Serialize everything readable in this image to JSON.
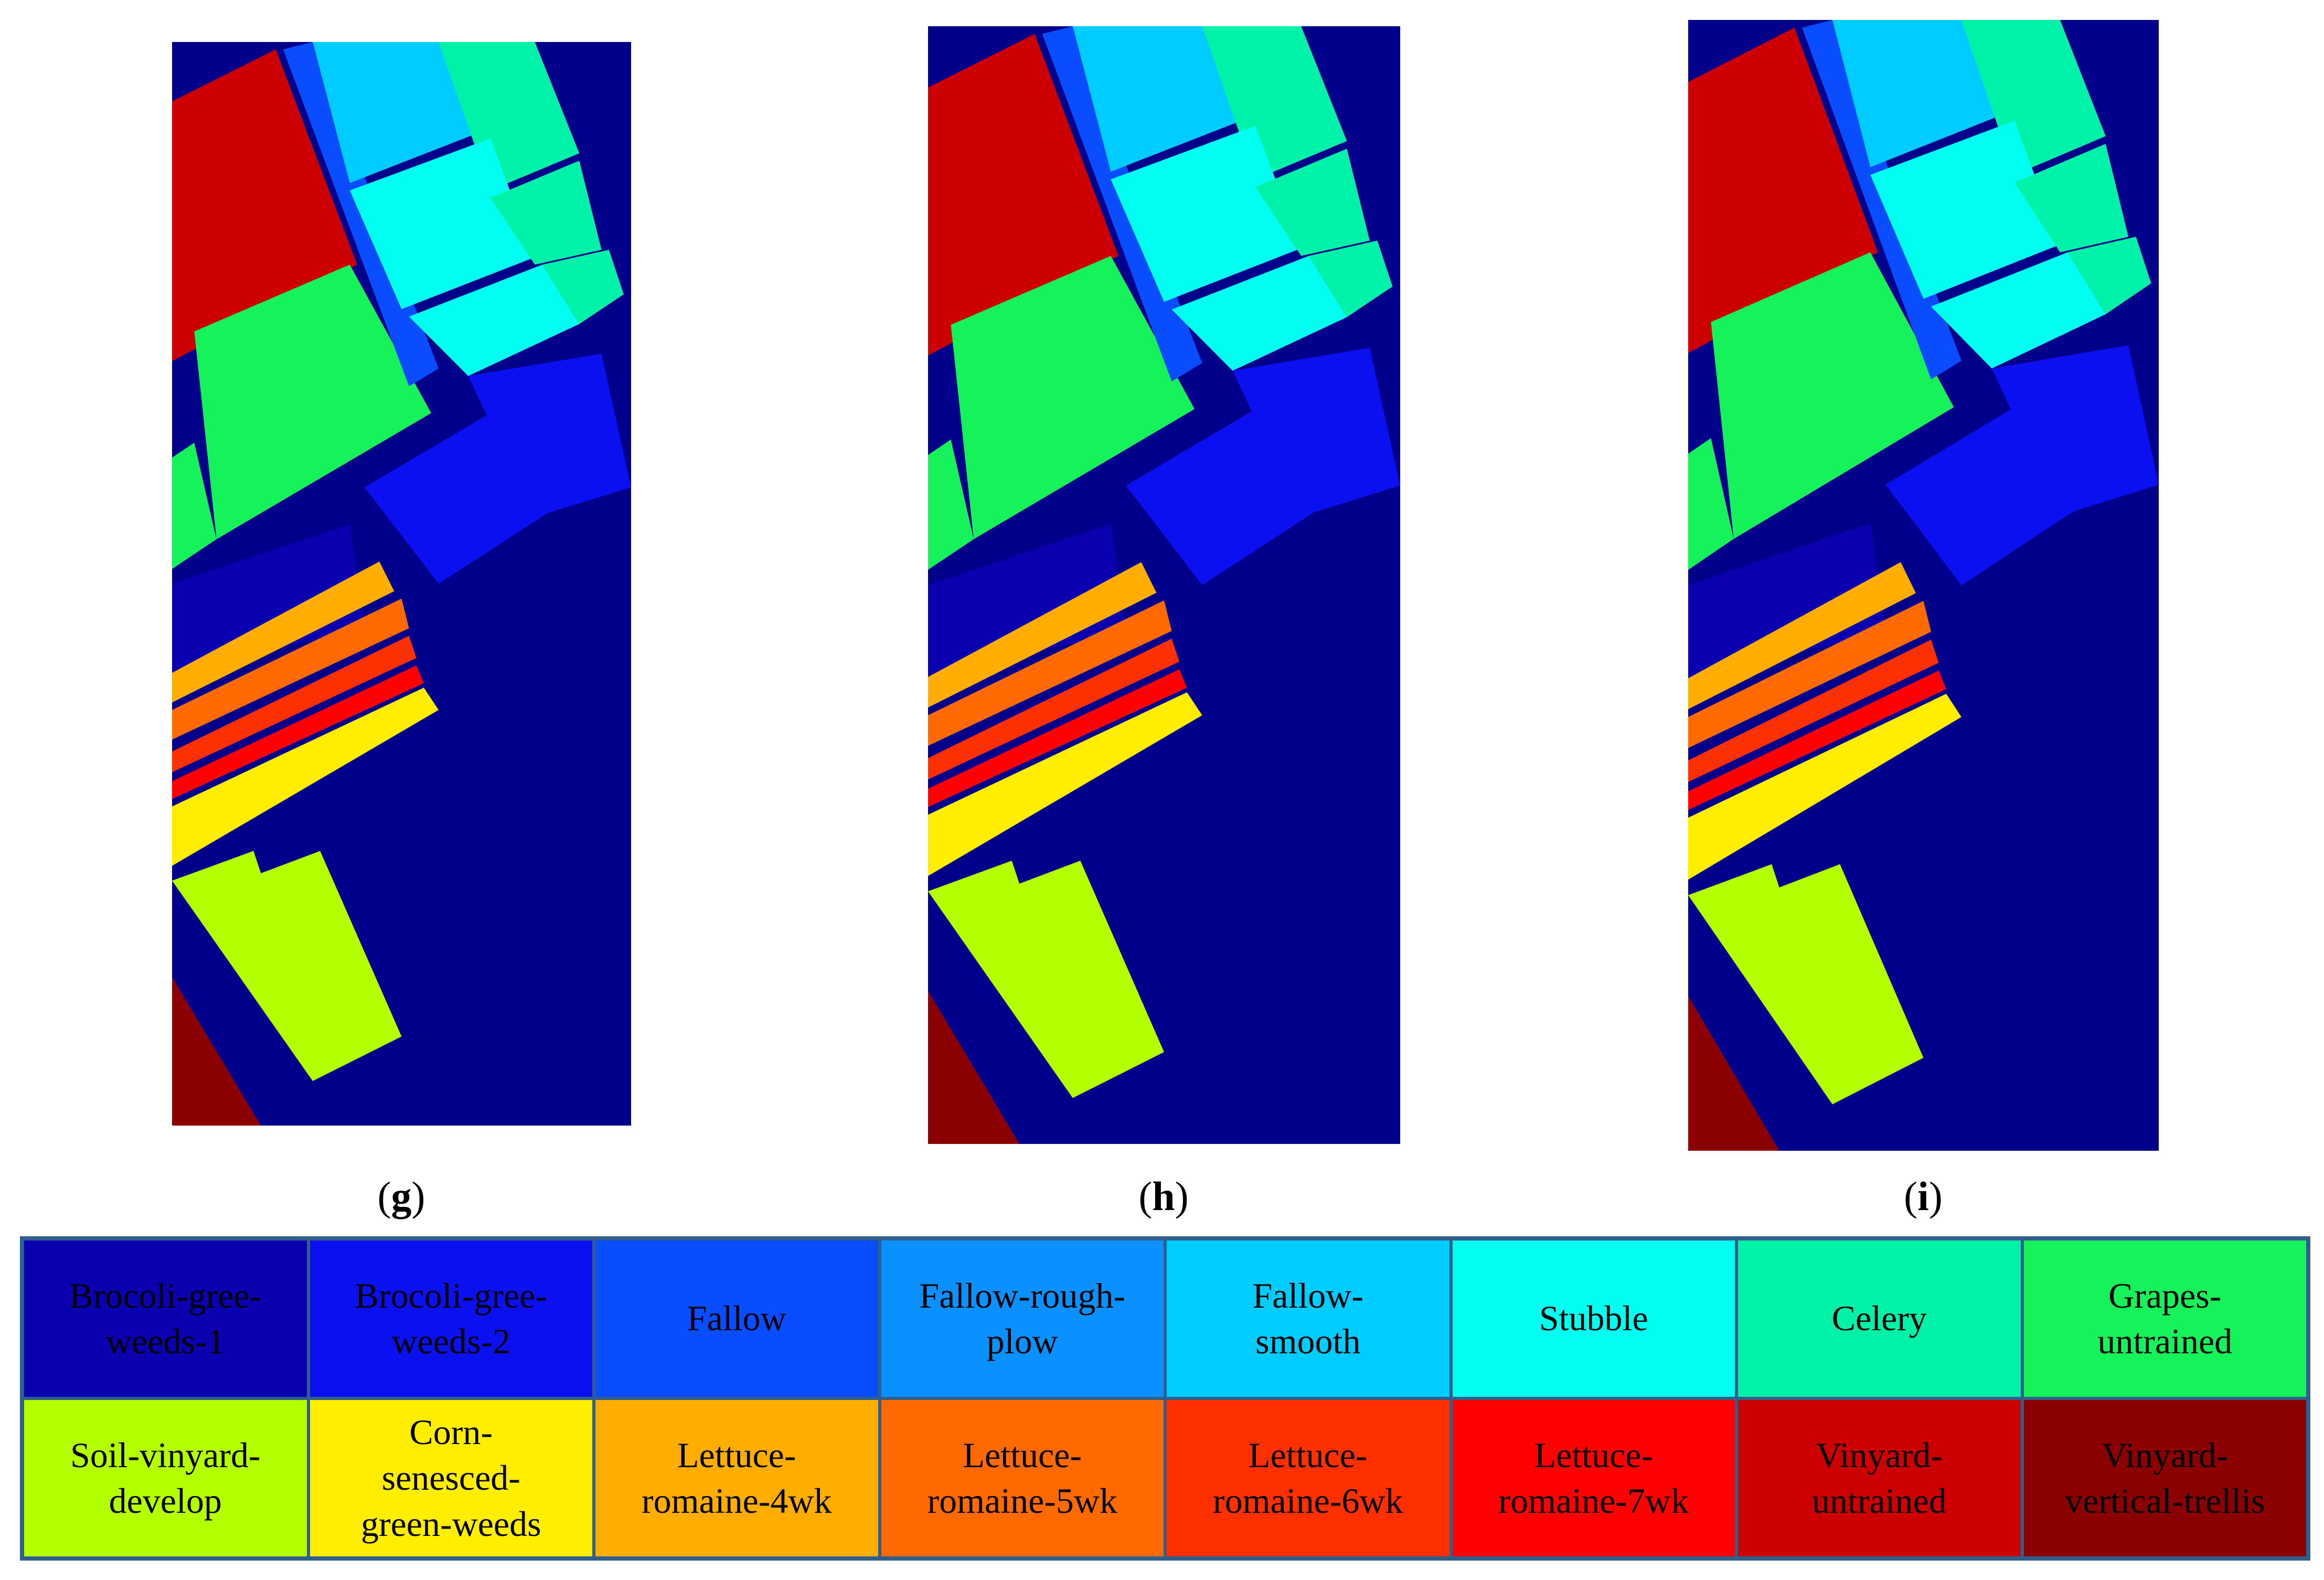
{
  "panels": [
    {
      "id": "g",
      "label": "g"
    },
    {
      "id": "h",
      "label": "h"
    },
    {
      "id": "i",
      "label": "i"
    }
  ],
  "legend": {
    "classes": [
      {
        "label": "Brocoli-gree-\nweeds-1",
        "color": "#0a00b0"
      },
      {
        "label": "Brocoli-gree-\nweeds-2",
        "color": "#0a10f0"
      },
      {
        "label": "Fallow",
        "color": "#0a4cff"
      },
      {
        "label": "Fallow-rough-\nplow",
        "color": "#0a90ff"
      },
      {
        "label": "Fallow-\nsmooth",
        "color": "#00ccff"
      },
      {
        "label": "Stubble",
        "color": "#00fff0"
      },
      {
        "label": "Celery",
        "color": "#00f2a8"
      },
      {
        "label": "Grapes-\nuntrained",
        "color": "#16f25a"
      },
      {
        "label": "Soil-vinyard-\ndevelop",
        "color": "#b4ff00"
      },
      {
        "label": "Corn-\nsenesced-\ngreen-weeds",
        "color": "#ffee00"
      },
      {
        "label": "Lettuce-\nromaine-4wk",
        "color": "#ffae00"
      },
      {
        "label": "Lettuce-\nromaine-5wk",
        "color": "#ff6a00"
      },
      {
        "label": "Lettuce-\nromaine-6wk",
        "color": "#ff3000"
      },
      {
        "label": "Lettuce-\nromaine-7wk",
        "color": "#ff0000"
      },
      {
        "label": "Vinyard-\nuntrained",
        "color": "#cc0000"
      },
      {
        "label": "Vinyard-\nvertical-trellis",
        "color": "#8b0000"
      }
    ]
  }
}
